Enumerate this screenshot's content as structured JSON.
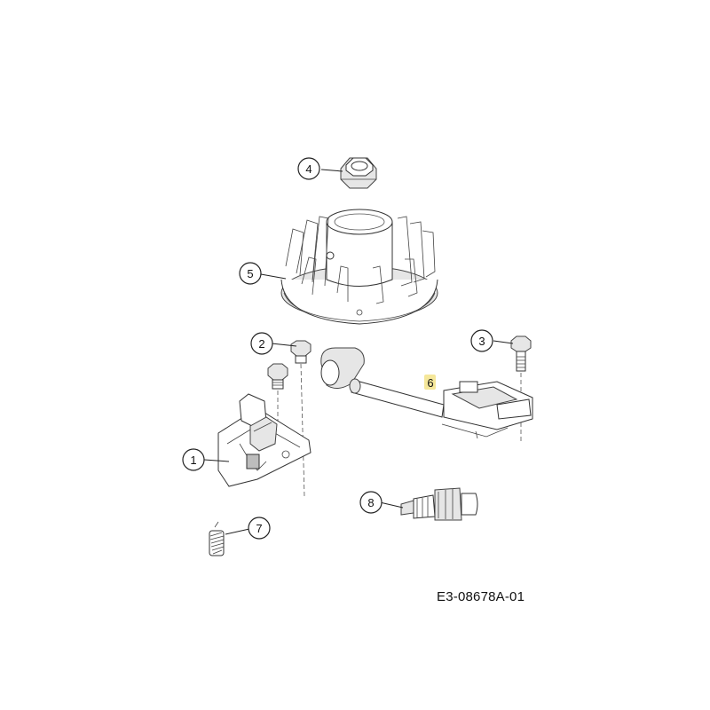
{
  "drawing": {
    "reference_code": "E3-08678A-01",
    "callouts": [
      {
        "id": "callout-1",
        "label": "1"
      },
      {
        "id": "callout-2",
        "label": "2"
      },
      {
        "id": "callout-3",
        "label": "3"
      },
      {
        "id": "callout-4",
        "label": "4"
      },
      {
        "id": "callout-5",
        "label": "5"
      },
      {
        "id": "callout-6",
        "label": "6",
        "highlight": "#f5e79a"
      },
      {
        "id": "callout-7",
        "label": "7"
      },
      {
        "id": "callout-8",
        "label": "8"
      }
    ],
    "parts": [
      {
        "callout": "1",
        "shape": "bracket-plate"
      },
      {
        "callout": "2",
        "shape": "bolt-pair"
      },
      {
        "callout": "3",
        "shape": "bolt"
      },
      {
        "callout": "4",
        "shape": "hex-nut"
      },
      {
        "callout": "5",
        "shape": "flywheel"
      },
      {
        "callout": "6",
        "shape": "ignition-coil"
      },
      {
        "callout": "7",
        "shape": "spring"
      },
      {
        "callout": "8",
        "shape": "spark-plug"
      }
    ],
    "colors": {
      "line": "#333333",
      "highlight": "#f5e79a",
      "background": "#ffffff"
    }
  }
}
